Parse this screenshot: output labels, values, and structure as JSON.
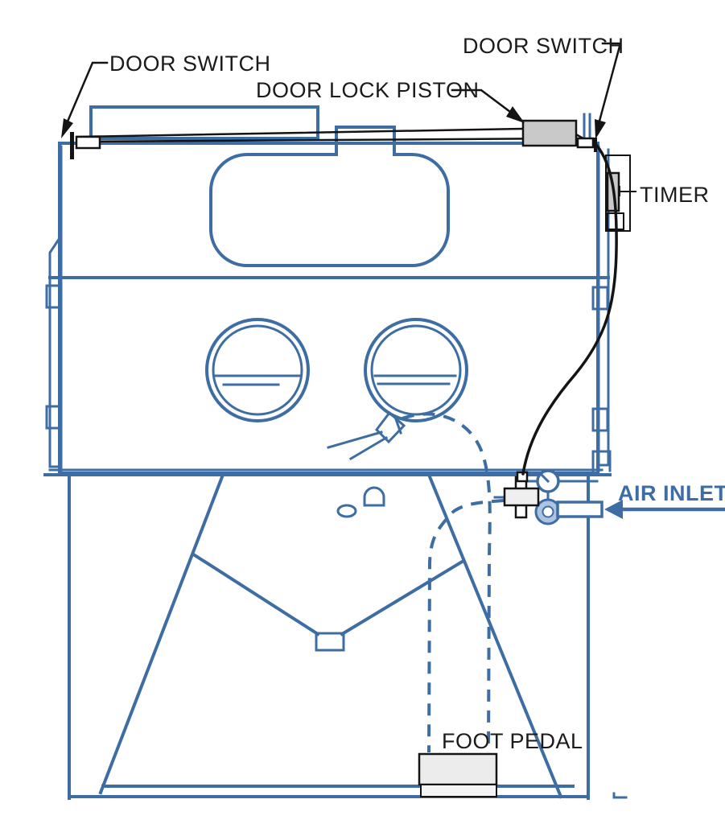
{
  "diagram": {
    "labels": {
      "door_switch_left": "DOOR SWITCH",
      "door_switch_right": "DOOR SWITCH",
      "door_lock_piston": "DOOR LOCK PISTON",
      "timer": "TIMER",
      "air_inlet": "AIR INLET",
      "foot_pedal": "FOOT PEDAL"
    },
    "colors": {
      "line_blue": "#3e6da3",
      "line_black": "#141414",
      "fill_gray": "#c9c9c9",
      "fill_light_gray": "#ececec",
      "fill_regulator_blue": "#aac4e2",
      "background": "#ffffff"
    }
  }
}
